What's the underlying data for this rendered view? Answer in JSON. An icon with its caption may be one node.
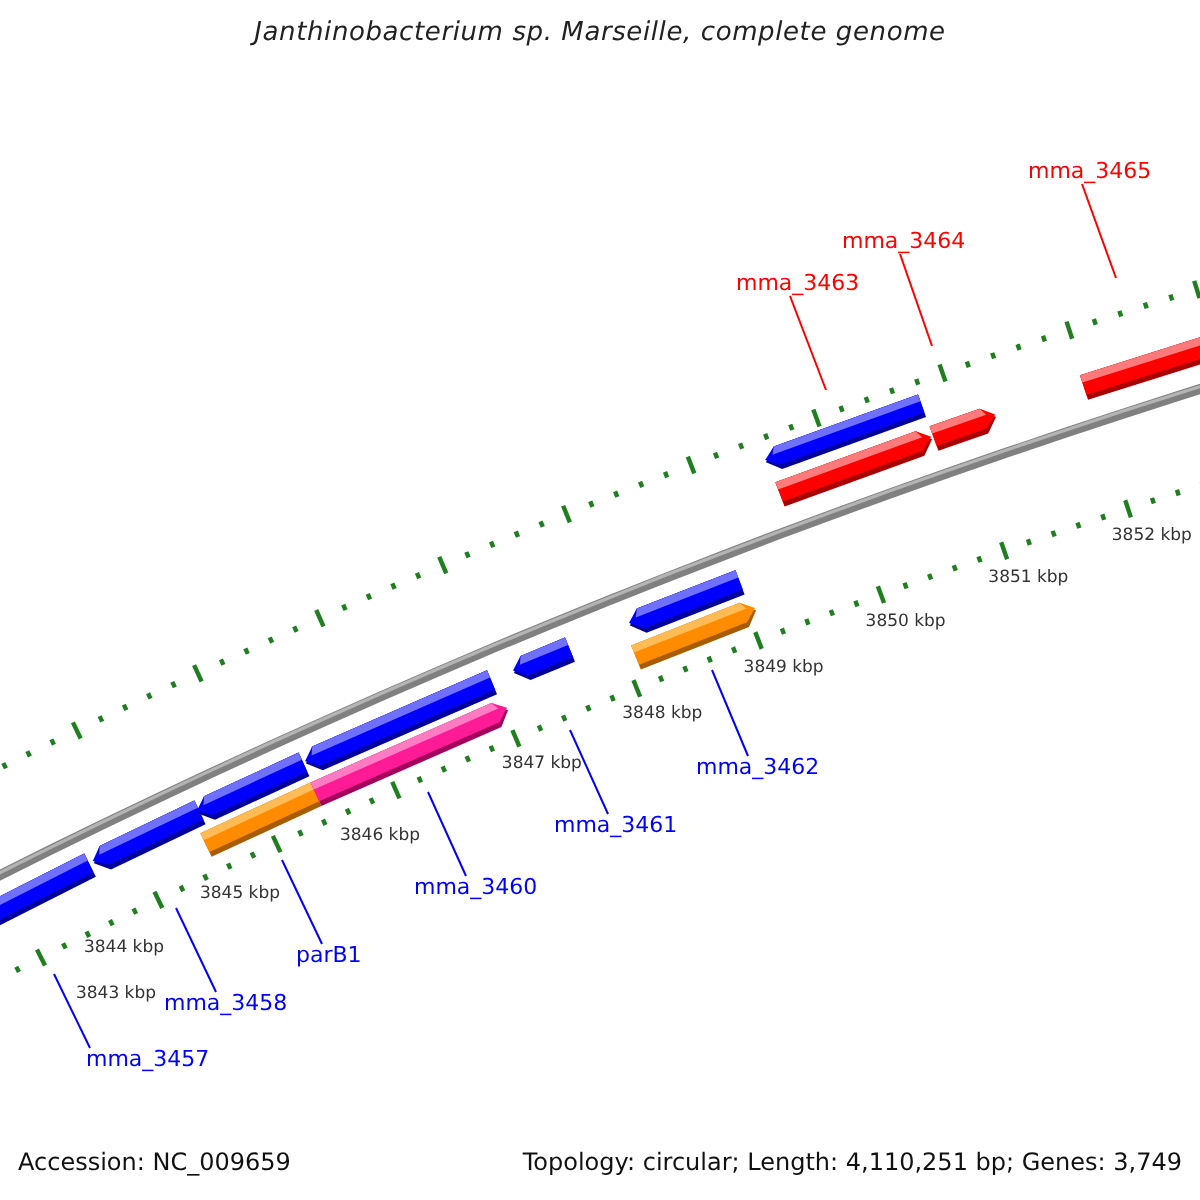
{
  "diagram": {
    "title": "Janthinobacterium sp. Marseille, complete genome",
    "nodes": [
      {
        "text": [
          "mma_3465"
        ]
      },
      {
        "text": [
          "mma_3464"
        ]
      },
      {
        "text": [
          "mma_3463"
        ]
      },
      {
        "text": [
          "mma_3462"
        ]
      },
      {
        "text": [
          "mma_3461"
        ]
      },
      {
        "text": [
          "mma_3460"
        ]
      },
      {
        "text": [
          "parB1"
        ]
      },
      {
        "text": [
          "mma_3458"
        ]
      },
      {
        "text": [
          "mma_3457"
        ]
      }
    ],
    "edges": [
      {
        "from": 0,
        "to": null,
        "arrow": "none",
        "color": "#ff0000"
      },
      {
        "from": 1,
        "to": null,
        "arrow": "none",
        "color": "#ff0000"
      },
      {
        "from": 2,
        "to": null,
        "arrow": "none",
        "color": "#ff0000"
      },
      {
        "from": 3,
        "to": null,
        "arrow": "none"
      },
      {
        "from": 4,
        "to": null,
        "arrow": "none"
      },
      {
        "from": 5,
        "to": null,
        "arrow": "none"
      },
      {
        "from": 6,
        "to": null,
        "arrow": "none"
      },
      {
        "from": 7,
        "to": null,
        "arrow": "none"
      },
      {
        "from": 8,
        "to": null,
        "arrow": "none"
      }
    ],
    "labels": [
      "3852 kbp",
      "3851 kbp",
      "3850 kbp",
      "3849 kbp",
      "3848 kbp",
      "3847 kbp",
      "3846 kbp",
      "3845 kbp",
      "3844 kbp",
      "3843 kbp",
      "Accession: NC_009659",
      "Topology: circular; Length: 4,110,251 bp; Genes: 3,749"
    ]
  }
}
